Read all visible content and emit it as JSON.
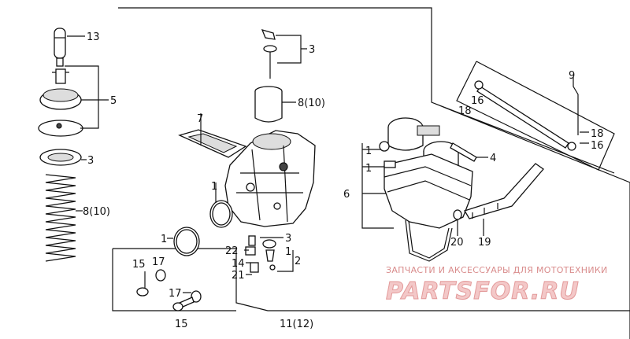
{
  "callouts": {
    "c13": "13",
    "c5": "5",
    "c3a": "3",
    "c8a": "8(10)",
    "c3b": "3",
    "c8b": "8(10)",
    "c7": "7",
    "c1a": "1",
    "c1b": "1",
    "c3c": "3",
    "c1c": "1",
    "c2": "2",
    "c22": "22",
    "c14": "14",
    "c21": "21",
    "c15a": "15",
    "c17a": "17",
    "c17b": "17",
    "c15b": "15",
    "c11": "11(12)",
    "c1d": "1",
    "c1e": "1",
    "c6": "6",
    "c4": "4",
    "c20": "20",
    "c19": "19",
    "c9": "9",
    "c18a": "18",
    "c16a": "16",
    "c18b": "18",
    "c16b": "16"
  },
  "watermark": {
    "caption": "ЗАПЧАСТИ И АКСЕССУАРЫ ДЛЯ МОТОТЕХНИКИ",
    "logo": "PARTSFOR.RU"
  }
}
